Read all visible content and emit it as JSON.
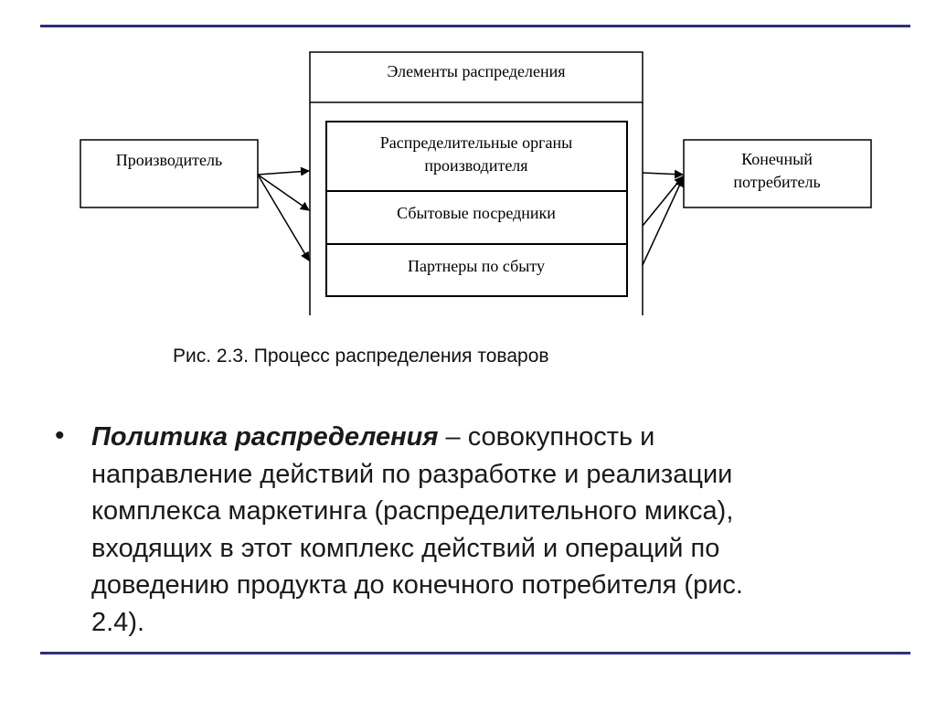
{
  "colors": {
    "rule": "#2b2f84",
    "text": "#1a1a1a",
    "line": "#000000"
  },
  "diagram": {
    "distribution_elements_title": "Элементы распределения",
    "producer": "Производитель",
    "consumer_line1": "Конечный",
    "consumer_line2": "потребитель",
    "element1_line1": "Распределительные органы",
    "element1_line2": "производителя",
    "element2": "Сбытовые посредники",
    "element3": "Партнеры по сбыту"
  },
  "caption": "Рис. 2.3. Процесс распределения товаров",
  "bullet": {
    "marker": "•",
    "term": "Политика распределения",
    "line1_rest": " – совокупность и",
    "line2": "направление действий по разработке и реализации",
    "line3": "комплекса маркетинга (распределительного микса),",
    "line4": "входящих в этот комплекс действий и операций по",
    "line5": "доведению продукта до конечного потребителя (рис.",
    "line6": "2.4)."
  }
}
